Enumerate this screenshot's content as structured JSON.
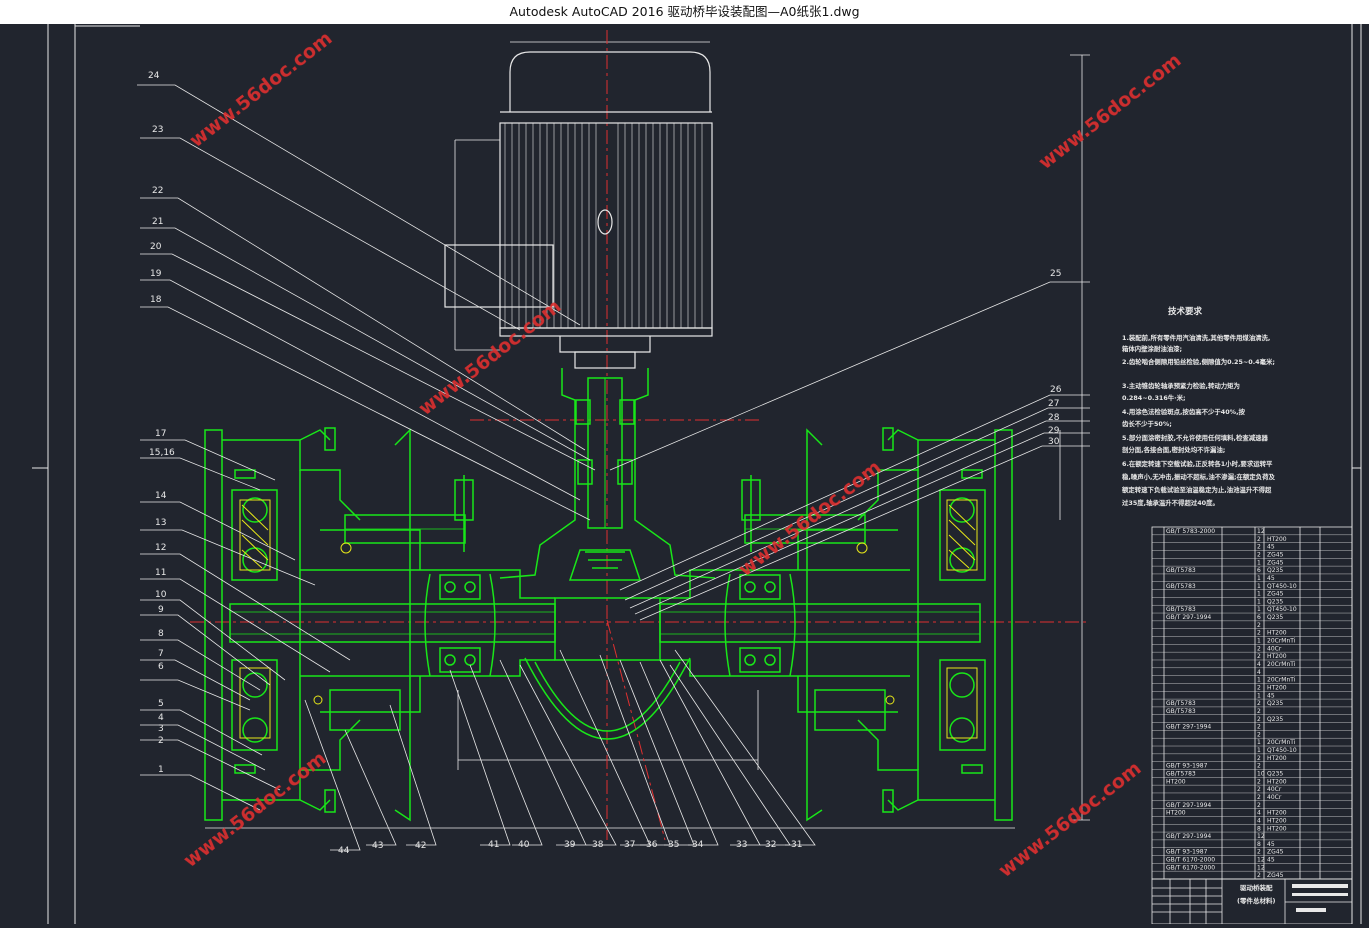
{
  "window": {
    "title": "Autodesk AutoCAD 2016    驱动桥毕设装配图—A0纸张1.dwg"
  },
  "watermark": "www.56doc.com",
  "colors": {
    "background": "#21252e",
    "green": "#19e619",
    "white": "#e8e8e8",
    "red": "#e03030",
    "yellow": "#e6e619"
  },
  "part_labels": {
    "p1": "1",
    "p2": "2",
    "p3": "3",
    "p4": "4",
    "p5": "5",
    "p6": "6",
    "p7": "7",
    "p8": "8",
    "p9": "9",
    "p10": "10",
    "p11": "11",
    "p12": "12",
    "p13": "13",
    "p14": "14",
    "p15_16": "15,16",
    "p17": "17",
    "p18": "18",
    "p19": "19",
    "p20": "20",
    "p21": "21",
    "p22": "22",
    "p23": "23",
    "p24": "24",
    "p25": "25",
    "p26": "26",
    "p27": "27",
    "p28": "28",
    "p29": "29",
    "p30": "30",
    "p31": "31",
    "p32": "32",
    "p33": "33",
    "p34": "34",
    "p35": "35",
    "p36": "36",
    "p37": "37",
    "p38": "38",
    "p39": "39",
    "p40": "40",
    "p41": "41",
    "p42": "42",
    "p43": "43",
    "p44": "44"
  },
  "tech_req": {
    "title": "技术要求",
    "lines": [
      "1.装配前,所有零件用汽油清洗,其他零件用煤油清洗,",
      "   箱体内壁涂耐油油漆;",
      "2.齿轮啮合侧隙用铅丝检验,侧隙值为0.25~0.4毫米;",
      "3.主动锥齿轮轴承预紧力检验,转动力矩为",
      "   0.284~0.316牛·米;",
      "4.用涂色法检验斑点,按齿高不少于40%,按",
      "   齿长不少于50%;",
      "5.部分面涂密封胶,不允许使用任何填料,检查减速器",
      "   剖分面,各接合面,密封处均不许漏油;",
      "6.在额定转速下空载试验,正反转各1小时,要求运转平",
      "   稳,噪声小,无冲击,振动不超标,油不渗漏;在额定负荷及",
      "   额定转速下负载试验至油温稳定为止,油池温升不得超",
      "   过35度,轴承温升不得超过40度。"
    ]
  },
  "bom": {
    "rows": [
      {
        "std": "GB/T 5783-2000",
        "qty": "12",
        "mat": ""
      },
      {
        "std": "",
        "qty": "2",
        "mat": "HT200"
      },
      {
        "std": "",
        "qty": "2",
        "mat": "45"
      },
      {
        "std": "",
        "qty": "2",
        "mat": "ZG45"
      },
      {
        "std": "",
        "qty": "1",
        "mat": "ZG45"
      },
      {
        "std": "GB/T5783",
        "qty": "6",
        "mat": "Q235"
      },
      {
        "std": "",
        "qty": "1",
        "mat": "45"
      },
      {
        "std": "GB/T5783",
        "qty": "1",
        "mat": "QT450-10"
      },
      {
        "std": "",
        "qty": "1",
        "mat": "ZG45"
      },
      {
        "std": "",
        "qty": "1",
        "mat": "Q235"
      },
      {
        "std": "GB/T5783",
        "qty": "1",
        "mat": "QT450-10"
      },
      {
        "std": "GB/T 297-1994",
        "qty": "6",
        "mat": "Q235"
      },
      {
        "std": "",
        "qty": "2",
        "mat": ""
      },
      {
        "std": "",
        "qty": "2",
        "mat": "HT200"
      },
      {
        "std": "",
        "qty": "1",
        "mat": "20CrMnTi"
      },
      {
        "std": "",
        "qty": "2",
        "mat": "40Cr"
      },
      {
        "std": "",
        "qty": "2",
        "mat": "HT200"
      },
      {
        "std": "",
        "qty": "4",
        "mat": "20CrMnTi"
      },
      {
        "std": "",
        "qty": "4",
        "mat": ""
      },
      {
        "std": "",
        "qty": "1",
        "mat": "20CrMnTi"
      },
      {
        "std": "",
        "qty": "2",
        "mat": "HT200"
      },
      {
        "std": "",
        "qty": "1",
        "mat": "45"
      },
      {
        "std": "GB/T5783",
        "qty": "2",
        "mat": "Q235"
      },
      {
        "std": "GB/T5783",
        "qty": "2",
        "mat": ""
      },
      {
        "std": "",
        "qty": "2",
        "mat": "Q235"
      },
      {
        "std": "GB/T 297-1994",
        "qty": "2",
        "mat": ""
      },
      {
        "std": "",
        "qty": "2",
        "mat": ""
      },
      {
        "std": "",
        "qty": "1",
        "mat": "20CrMnTi"
      },
      {
        "std": "",
        "qty": "1",
        "mat": "QT450-10"
      },
      {
        "std": "",
        "qty": "2",
        "mat": "HT200"
      },
      {
        "std": "GB/T 93-1987",
        "qty": "2",
        "mat": ""
      },
      {
        "std": "GB/T5783",
        "qty": "10",
        "mat": "Q235"
      },
      {
        "std": "HT200",
        "qty": "2",
        "mat": "HT200"
      },
      {
        "std": "",
        "qty": "2",
        "mat": "40Cr"
      },
      {
        "std": "",
        "qty": "2",
        "mat": "40Cr"
      },
      {
        "std": "GB/T 297-1994",
        "qty": "2",
        "mat": ""
      },
      {
        "std": "HT200",
        "qty": "4",
        "mat": "HT200"
      },
      {
        "std": "",
        "qty": "4",
        "mat": "HT200"
      },
      {
        "std": "",
        "qty": "8",
        "mat": "HT200"
      },
      {
        "std": "GB/T 297-1994",
        "qty": "12",
        "mat": ""
      },
      {
        "std": "",
        "qty": "8",
        "mat": "45"
      },
      {
        "std": "GB/T 93-1987",
        "qty": "2",
        "mat": "ZG45"
      },
      {
        "std": "GB/T 6170-2000",
        "qty": "12",
        "mat": "45"
      },
      {
        "std": "GB/T 6170-2000",
        "qty": "12",
        "mat": ""
      },
      {
        "std": "",
        "qty": "2",
        "mat": "ZG45"
      }
    ]
  },
  "title_block": {
    "line1": "驱动桥装配",
    "line2": "(零件总材料)"
  }
}
